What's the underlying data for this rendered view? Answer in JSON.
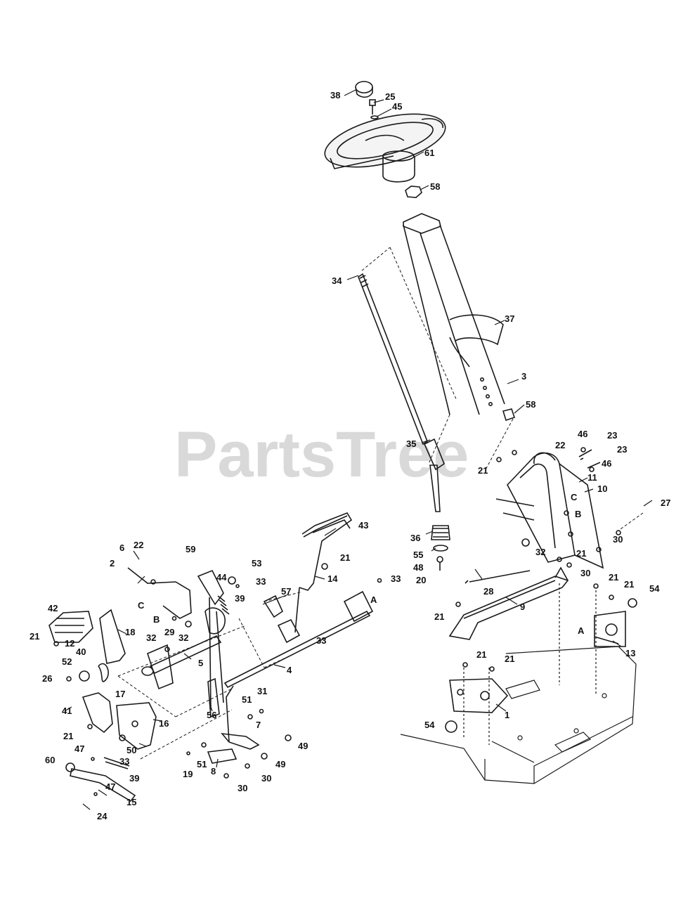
{
  "watermark": {
    "text": "PartsTree"
  },
  "callout_letters": [
    "A",
    "B",
    "C"
  ],
  "part_labels": [
    "1",
    "2",
    "3",
    "4",
    "5",
    "6",
    "7",
    "8",
    "9",
    "10",
    "11",
    "12",
    "13",
    "14",
    "15",
    "16",
    "17",
    "18",
    "19",
    "20",
    "21",
    "22",
    "23",
    "24",
    "25",
    "26",
    "27",
    "28",
    "29",
    "30",
    "31",
    "32",
    "33",
    "34",
    "35",
    "36",
    "37",
    "38",
    "39",
    "40",
    "41",
    "42",
    "43",
    "44",
    "45",
    "46",
    "47",
    "48",
    "49",
    "50",
    "51",
    "52",
    "53",
    "54",
    "55",
    "56",
    "57",
    "58",
    "59",
    "60",
    "61"
  ],
  "colors": {
    "line": "#1a1a1a",
    "background": "#ffffff",
    "watermark": "#d9d9d9"
  }
}
